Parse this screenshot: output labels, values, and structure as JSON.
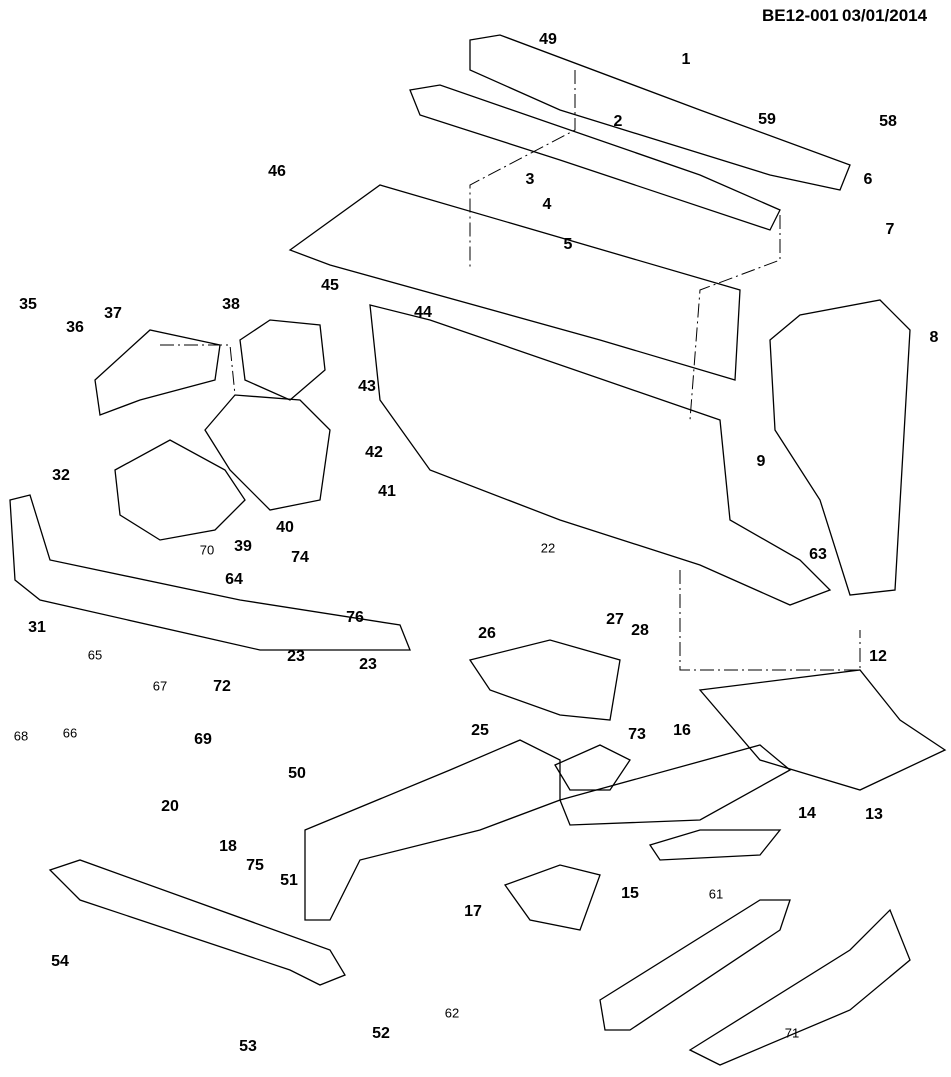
{
  "header": {
    "diagram_id": "BE12-001",
    "date": "03/01/2014"
  },
  "callouts": [
    {
      "label": "49",
      "style": "bold"
    },
    {
      "label": "1",
      "style": "bold"
    },
    {
      "label": "2",
      "style": "bold"
    },
    {
      "label": "59",
      "style": "bold"
    },
    {
      "label": "58",
      "style": "bold"
    },
    {
      "label": "3",
      "style": "bold"
    },
    {
      "label": "46",
      "style": "bold"
    },
    {
      "label": "6",
      "style": "bold"
    },
    {
      "label": "4",
      "style": "bold"
    },
    {
      "label": "5",
      "style": "bold"
    },
    {
      "label": "7",
      "style": "bold"
    },
    {
      "label": "45",
      "style": "bold"
    },
    {
      "label": "38",
      "style": "bold"
    },
    {
      "label": "35",
      "style": "bold"
    },
    {
      "label": "36",
      "style": "bold"
    },
    {
      "label": "37",
      "style": "bold"
    },
    {
      "label": "44",
      "style": "bold"
    },
    {
      "label": "8",
      "style": "bold"
    },
    {
      "label": "43",
      "style": "bold"
    },
    {
      "label": "42",
      "style": "bold"
    },
    {
      "label": "9",
      "style": "bold"
    },
    {
      "label": "32",
      "style": "bold"
    },
    {
      "label": "41",
      "style": "bold"
    },
    {
      "label": "40",
      "style": "bold"
    },
    {
      "label": "39",
      "style": "bold"
    },
    {
      "label": "63",
      "style": "bold"
    },
    {
      "label": "70",
      "style": "light"
    },
    {
      "label": "74",
      "style": "bold"
    },
    {
      "label": "22",
      "style": "light"
    },
    {
      "label": "64",
      "style": "bold"
    },
    {
      "label": "76",
      "style": "bold"
    },
    {
      "label": "31",
      "style": "bold"
    },
    {
      "label": "27",
      "style": "bold"
    },
    {
      "label": "28",
      "style": "bold"
    },
    {
      "label": "26",
      "style": "bold"
    },
    {
      "label": "12",
      "style": "bold"
    },
    {
      "label": "65",
      "style": "light"
    },
    {
      "label": "23",
      "style": "bold"
    },
    {
      "label": "23",
      "style": "bold"
    },
    {
      "label": "67",
      "style": "light"
    },
    {
      "label": "72",
      "style": "bold"
    },
    {
      "label": "68",
      "style": "light"
    },
    {
      "label": "66",
      "style": "light"
    },
    {
      "label": "69",
      "style": "bold"
    },
    {
      "label": "25",
      "style": "bold"
    },
    {
      "label": "73",
      "style": "bold"
    },
    {
      "label": "16",
      "style": "bold"
    },
    {
      "label": "50",
      "style": "bold"
    },
    {
      "label": "20",
      "style": "bold"
    },
    {
      "label": "14",
      "style": "bold"
    },
    {
      "label": "13",
      "style": "bold"
    },
    {
      "label": "18",
      "style": "bold"
    },
    {
      "label": "75",
      "style": "bold"
    },
    {
      "label": "51",
      "style": "bold"
    },
    {
      "label": "15",
      "style": "bold"
    },
    {
      "label": "17",
      "style": "bold"
    },
    {
      "label": "61",
      "style": "light"
    },
    {
      "label": "54",
      "style": "bold"
    },
    {
      "label": "62",
      "style": "light"
    },
    {
      "label": "71",
      "style": "light"
    },
    {
      "label": "53",
      "style": "bold"
    },
    {
      "label": "52",
      "style": "bold"
    }
  ]
}
